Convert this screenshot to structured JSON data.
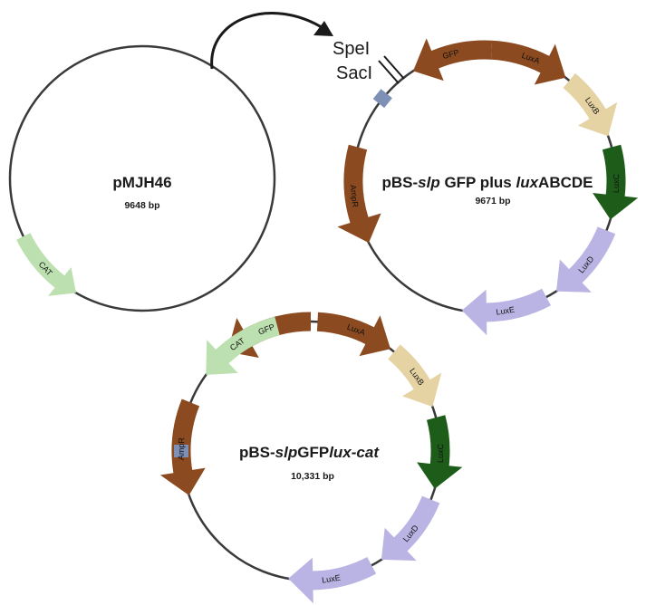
{
  "colors": {
    "brown": "#8b4a1f",
    "tan": "#e6d3a3",
    "dark_green": "#1e5c1a",
    "lavender": "#b9b4e3",
    "light_green": "#bde0b0",
    "marker": "#7f90b6",
    "backbone": "#3a3a3a"
  },
  "restriction_sites": {
    "spei": "SpeI",
    "saci": "SacI"
  },
  "plasmids": [
    {
      "title": {
        "plain": "pMJH46"
      },
      "size": "9648 bp",
      "genes": [
        {
          "label": "CAT",
          "color": "light_green"
        }
      ]
    },
    {
      "title": {
        "part1": "pBS-",
        "italic1": "slp",
        "part2": " GFP plus ",
        "italic2": "lux",
        "part3": "ABCDE"
      },
      "size": "9671 bp",
      "genes": [
        {
          "label": "GFP",
          "color": "brown"
        },
        {
          "label": "LuxA",
          "color": "brown"
        },
        {
          "label": "LuxB",
          "color": "tan"
        },
        {
          "label": "LuxC",
          "color": "dark_green"
        },
        {
          "label": "LuxD",
          "color": "lavender"
        },
        {
          "label": "LuxE",
          "color": "lavender"
        },
        {
          "label": "AmpR",
          "color": "brown"
        }
      ]
    },
    {
      "title": {
        "part1": "pBS-",
        "italic1": "slp",
        "part2": "GFP",
        "italic2": "lux-cat"
      },
      "size": "10,331 bp",
      "genes": [
        {
          "label": "GFP",
          "color": "brown"
        },
        {
          "label": "LuxA",
          "color": "brown"
        },
        {
          "label": "LuxB",
          "color": "tan"
        },
        {
          "label": "LuxC",
          "color": "dark_green"
        },
        {
          "label": "LuxD",
          "color": "lavender"
        },
        {
          "label": "LuxE",
          "color": "lavender"
        },
        {
          "label": "AmpR",
          "color": "brown"
        },
        {
          "label": "CAT",
          "color": "light_green"
        }
      ]
    }
  ]
}
